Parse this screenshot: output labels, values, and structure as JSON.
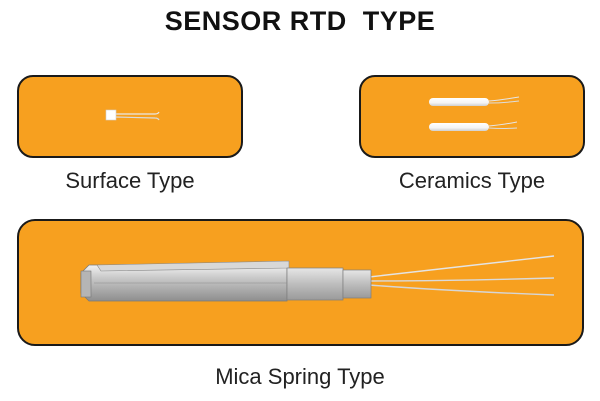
{
  "title": "SENSOR RTD  TYPE",
  "panels": [
    {
      "caption": "Surface Type"
    },
    {
      "caption": "Ceramics Type"
    },
    {
      "caption": "Mica Spring Type"
    }
  ],
  "colors": {
    "panel_fill": "#f7a01f",
    "panel_border": "#1a1a1a",
    "text": "#222222"
  }
}
